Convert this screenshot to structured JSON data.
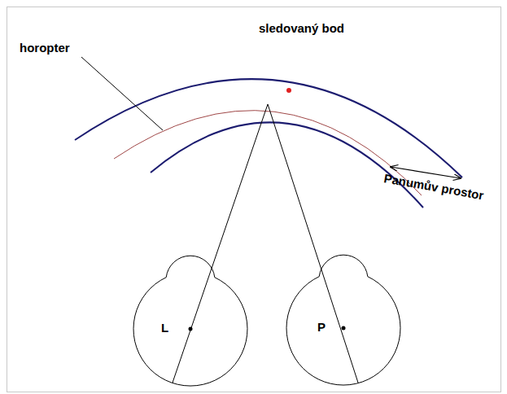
{
  "diagram": {
    "nodes": [
      {
        "text": [
          "L"
        ]
      },
      {
        "text": [
          "P"
        ]
      }
    ],
    "labels": [
      "horopter",
      "sledovaný bod",
      "Panumův prostor"
    ]
  }
}
